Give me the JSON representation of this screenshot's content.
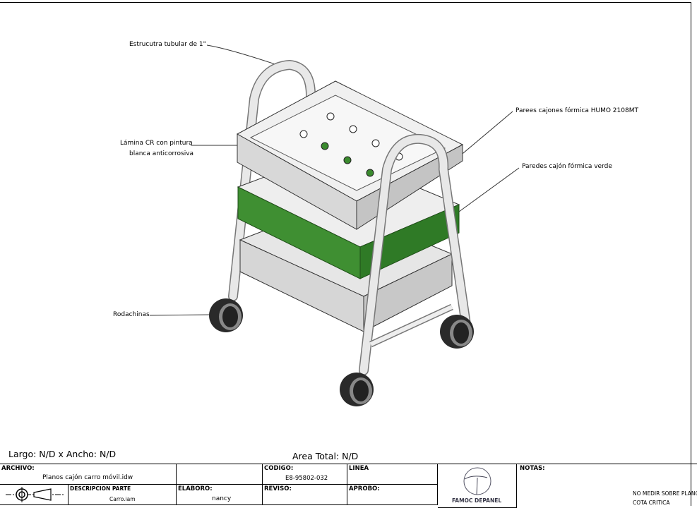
{
  "callouts": {
    "estructura": "Estrucutra tubular de 1\"",
    "lamina_line1": "Lámina CR con pintura",
    "lamina_line2": "blanca anticorrosiva",
    "paredes_humo": "Parees cajones fórmica HUMO 2108MT",
    "paredes_verde": "Paredes cajón fórmica verde",
    "rodachinas": "Rodachinas"
  },
  "dimensions": {
    "largo_ancho": "Largo: N/D x Ancho: N/D",
    "area_total": "Area Total: N/D"
  },
  "title_block": {
    "archivo_label": "ARCHIVO:",
    "archivo_value": "Planos cajón carro móvil.idw",
    "codigo_label": "CODIGO:",
    "codigo_value": "E8-95802-032",
    "linea_label": "LINEA",
    "descripcion_label": "DESCRIPCION PARTE",
    "descripcion_value": "Carro.iam",
    "elaboro_label": "ELABORO:",
    "elaboro_value": "nancy",
    "reviso_label": "REVISO:",
    "aprobo_label": "APROBO:",
    "logo_text": "FAMOC DEPANEL",
    "notas_label": "NOTAS:",
    "nota_1": "NO MEDIR SOBRE PLANO",
    "nota_2": "COTA CRITICA"
  },
  "colors": {
    "green": "#3a8a2e",
    "gray": "#d8d8d8"
  }
}
